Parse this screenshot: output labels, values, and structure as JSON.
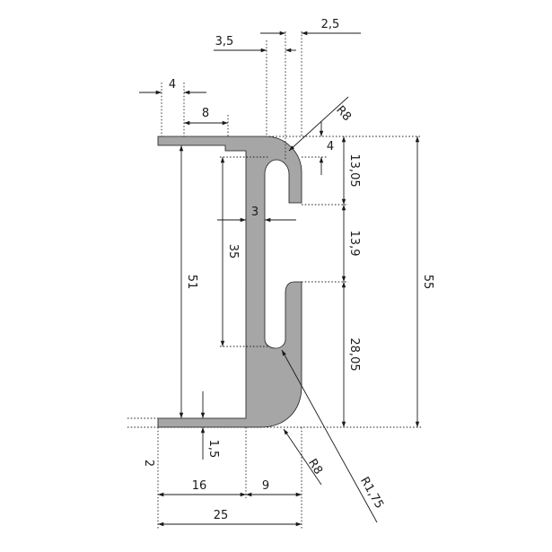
{
  "colors": {
    "profile_fill": "#a6a6a6",
    "line": "#1a1a1a",
    "background": "#ffffff"
  },
  "dimensions": {
    "d_2_5": "2,5",
    "d_3_5": "3,5",
    "d_4_top": "4",
    "d_8": "8",
    "d_r8_top": "R8",
    "d_4_right": "4",
    "d_13_05": "13,05",
    "d_3": "3",
    "d_35": "35",
    "d_13_9": "13,9",
    "d_51": "51",
    "d_55": "55",
    "d_28_05": "28,05",
    "d_1_5": "1,5",
    "d_2": "2",
    "d_r8_bottom": "R8",
    "d_r1_75": "R1,75",
    "d_16": "16",
    "d_9": "9",
    "d_25": "25"
  }
}
